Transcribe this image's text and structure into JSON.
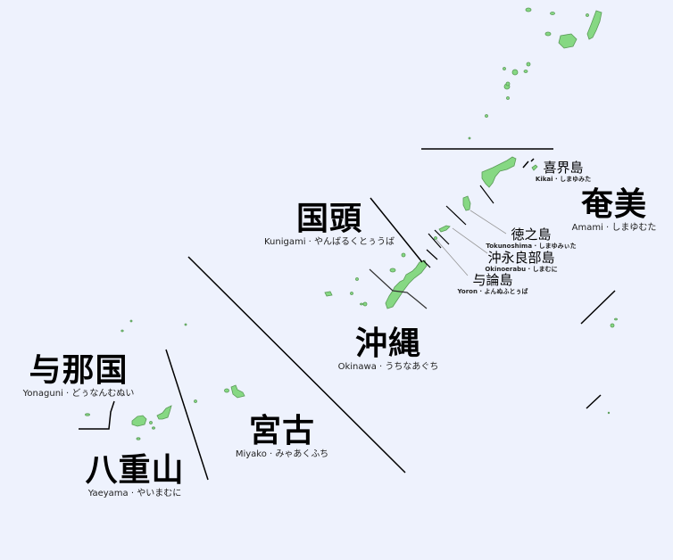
{
  "map": {
    "background_color": "#eef2fd",
    "land_color": "#86d883",
    "land_outline_color": "#5a9a58",
    "divider_color": "#000000",
    "leader_color": "#888888"
  },
  "regions": {
    "amami": {
      "kanji": "奄美",
      "romaji": "Amami",
      "native": "しまゆむた"
    },
    "kunigami": {
      "kanji": "国頭",
      "romaji": "Kunigami",
      "native": "やんばるくとぅうば"
    },
    "okinawa": {
      "kanji": "沖縄",
      "romaji": "Okinawa",
      "native": "うちなあぐち"
    },
    "miyako": {
      "kanji": "宮古",
      "romaji": "Miyako",
      "native": "みゃあくふち"
    },
    "yaeyama": {
      "kanji": "八重山",
      "romaji": "Yaeyama",
      "native": "やいまむに"
    },
    "yonaguni": {
      "kanji": "与那国",
      "romaji": "Yonaguni",
      "native": "どぅなんむぬい"
    }
  },
  "islands": {
    "kikai": {
      "kanji": "喜界島",
      "romaji": "Kikai",
      "native": "しまゆみた"
    },
    "tokunoshima": {
      "kanji": "徳之島",
      "romaji": "Tokunoshima",
      "native": "しまゆみぃた"
    },
    "okinoerabu": {
      "kanji": "沖永良部島",
      "romaji": "Okinoerabu",
      "native": "しまむに"
    },
    "yoron": {
      "kanji": "与論島",
      "romaji": "Yoron",
      "native": "よんぬふとぅば"
    }
  },
  "separator": " · "
}
